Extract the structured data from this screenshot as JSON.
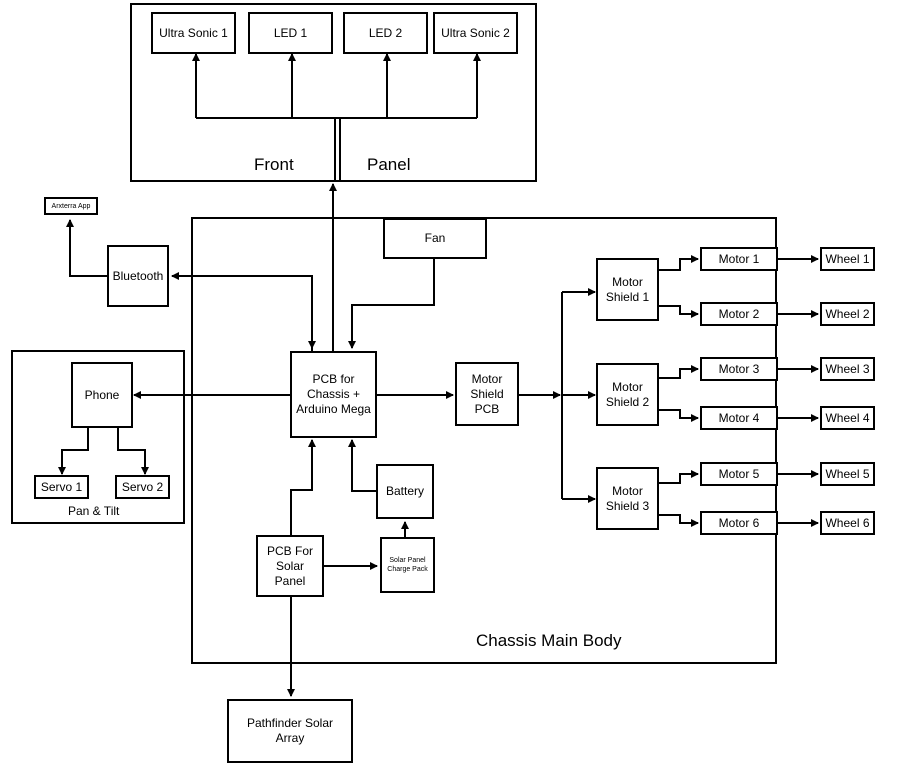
{
  "front_panel": {
    "label_left": "Front",
    "label_right": "Panel",
    "ultrasonic_1": "Ultra Sonic 1",
    "led_1": "LED 1",
    "led_2": "LED 2",
    "ultrasonic_2": "Ultra Sonic 2"
  },
  "external": {
    "arxterra_app": "Arxterra App",
    "bluetooth": "Bluetooth",
    "solar_array": "Pathfinder Solar\nArray"
  },
  "pan_tilt": {
    "label": "Pan & Tilt",
    "phone": "Phone",
    "servo_1": "Servo 1",
    "servo_2": "Servo 2"
  },
  "chassis": {
    "label": "Chassis Main Body",
    "fan": "Fan",
    "pcb_main": "PCB for\nChassis +\nArduino Mega",
    "motor_shield_pcb": "Motor\nShield\nPCB",
    "battery": "Battery",
    "pcb_solar": "PCB For\nSolar\nPanel",
    "charge_pack": "Solar Panel\nCharge Pack",
    "motor_shield_1": "Motor\nShield 1",
    "motor_shield_2": "Motor\nShield 2",
    "motor_shield_3": "Motor\nShield 3",
    "motors": [
      "Motor 1",
      "Motor 2",
      "Motor 3",
      "Motor 4",
      "Motor 5",
      "Motor 6"
    ]
  },
  "wheels": [
    "Wheel 1",
    "Wheel 2",
    "Wheel 3",
    "Wheel 4",
    "Wheel 5",
    "Wheel 6"
  ]
}
